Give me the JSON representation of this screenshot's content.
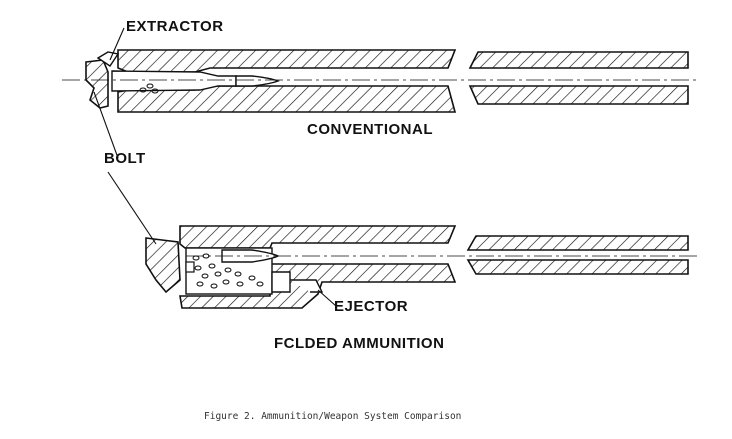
{
  "diagram": {
    "labels": {
      "extractor": "EXTRACTOR",
      "bolt": "BOLT",
      "conventional": "CONVENTIONAL",
      "ejector": "EJECTOR",
      "folded": "FCLDED AMMUNITION"
    },
    "caption": "Figure 2.  Ammunition/Weapon System Comparison"
  },
  "colors": {
    "ink": "#111111",
    "paper": "#ffffff"
  }
}
